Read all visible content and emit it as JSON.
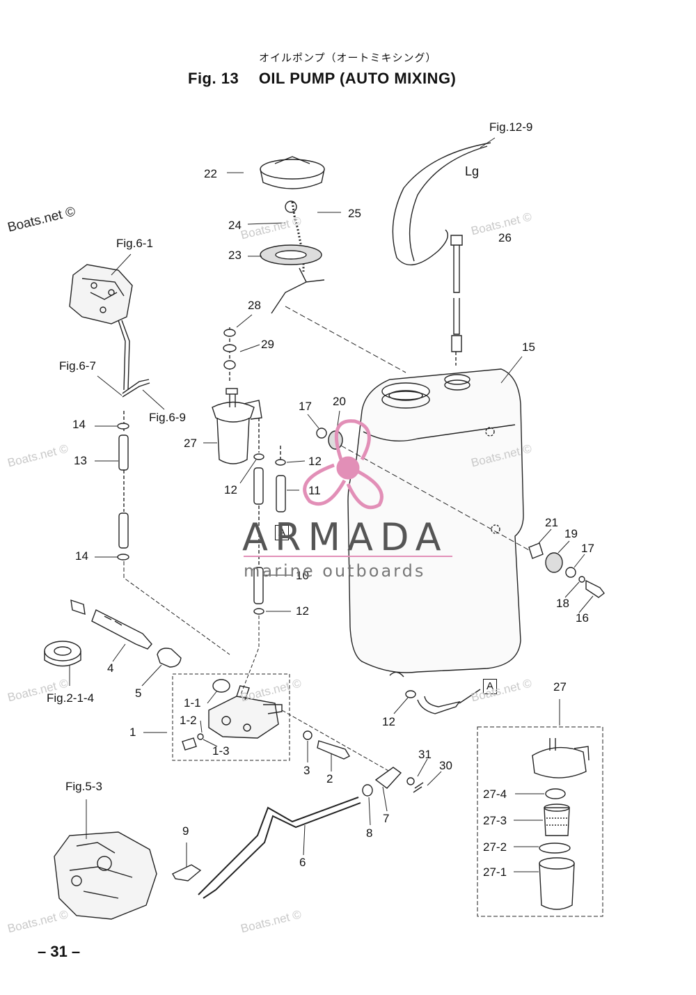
{
  "header": {
    "japanese_title": "オイルポンプ（オートミキシング）",
    "fig_number": "Fig. 13",
    "title": "OIL PUMP (AUTO MIXING)"
  },
  "watermarks": [
    "Boats.net ©",
    "Boats.net ©",
    "Boats.net ©",
    "Boats.net ©",
    "Boats.net ©",
    "Boats.net ©",
    "Boats.net ©",
    "Boats.net ©",
    "Boats.net ©",
    "Boats.net ©"
  ],
  "logo": {
    "name": "ARMADA",
    "tagline": "marine outboards",
    "accent": "#e28fb7"
  },
  "references": {
    "fig12_9": "Fig.12-9",
    "lg": "Lg",
    "fig6_1": "Fig.6-1",
    "fig6_7": "Fig.6-7",
    "fig6_9": "Fig.6-9",
    "fig2_1_4": "Fig.2-1-4",
    "fig5_3": "Fig.5-3"
  },
  "markers": {
    "a_upper": "A",
    "a_lower": "A"
  },
  "parts": {
    "p22": "22",
    "p25": "25",
    "p24": "24",
    "p23": "23",
    "p26": "26",
    "p28": "28",
    "p29": "29",
    "p15": "15",
    "p17a": "17",
    "p20": "20",
    "p27a": "27",
    "p12a": "12",
    "p12b": "12",
    "p11": "11",
    "p14a": "14",
    "p13": "13",
    "p14b": "14",
    "p10": "10",
    "p12c": "12",
    "p21": "21",
    "p19": "19",
    "p17b": "17",
    "p18": "18",
    "p16": "16",
    "p4": "4",
    "p5": "5",
    "p1_1": "1-1",
    "p1_2": "1-2",
    "p1": "1",
    "p1_3": "1-3",
    "p3": "3",
    "p2": "2",
    "p12d": "12",
    "p27b": "27",
    "p31": "31",
    "p30": "30",
    "p7": "7",
    "p8": "8",
    "p6": "6",
    "p9": "9",
    "p27_4": "27-4",
    "p27_3": "27-3",
    "p27_2": "27-2",
    "p27_1": "27-1"
  },
  "footer": {
    "page": "– 31 –"
  }
}
